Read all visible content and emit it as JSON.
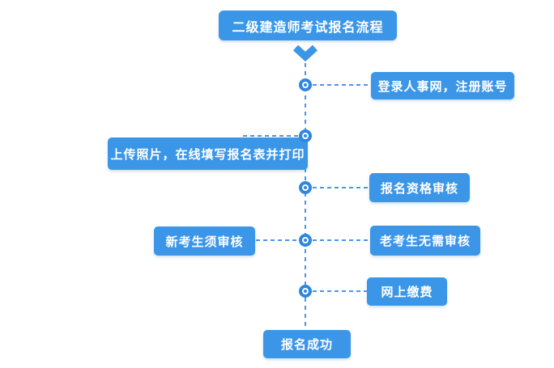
{
  "diagram": {
    "title": "二级建造师考试报名流程",
    "end_label": "报名成功",
    "steps": [
      {
        "label": "登录人事网，注册账号",
        "side": "right"
      },
      {
        "label": "上传照片，在线填写报名表并打印",
        "side": "left"
      },
      {
        "label": "报名资格审核",
        "side": "right"
      },
      {
        "left_label": "新考生须审核",
        "right_label": "老考生无需审核",
        "side": "both"
      },
      {
        "label": "网上缴费",
        "side": "right"
      }
    ]
  },
  "colors": {
    "box_blue": "#3b96e8",
    "line_blue": "#4d94e8",
    "node_blue": "#2e86df",
    "text_white": "#ffffff",
    "background": "#ffffff"
  },
  "icons": {
    "chevron_down": "chevron-down-icon",
    "node": "flow-node-icon"
  }
}
